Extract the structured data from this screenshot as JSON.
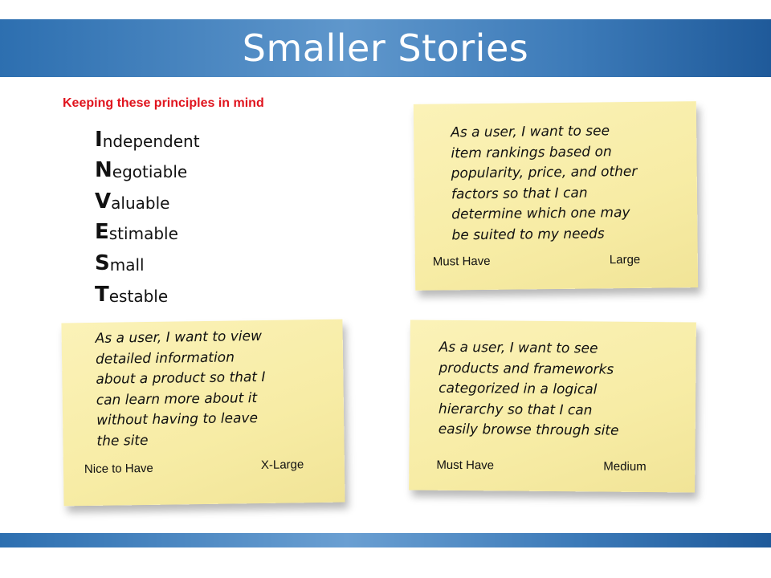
{
  "slide": {
    "title": "Smaller Stories",
    "subtitle": "Keeping these principles in mind",
    "principles": [
      {
        "initial": "I",
        "rest": "ndependent"
      },
      {
        "initial": "N",
        "rest": "egotiable"
      },
      {
        "initial": "V",
        "rest": "aluable"
      },
      {
        "initial": "E",
        "rest": "stimable"
      },
      {
        "initial": "S",
        "rest": "mall"
      },
      {
        "initial": "T",
        "rest": "estable"
      }
    ],
    "stories": [
      {
        "text": "As a user,  I want to see\nitem rankings based on\npopularity, price, and other\nfactors so that I can\ndetermine which one may\nbe suited to my needs",
        "priority": "Must Have",
        "size": "Large"
      },
      {
        "text": "As a user,  I want to view\ndetailed information\nabout a product so that I\ncan learn more about it\nwithout having to leave\nthe site",
        "priority": "Nice to Have",
        "size": "X-Large"
      },
      {
        "text": "As a user,  I want to see\nproducts and frameworks\ncategorized in a logical\nhierarchy so that I can\neasily browse through site",
        "priority": "Must Have",
        "size": "Medium"
      }
    ],
    "colors": {
      "banner": "#3c7ab8",
      "subtitle": "#e0141e",
      "note": "#f7eca5"
    }
  }
}
